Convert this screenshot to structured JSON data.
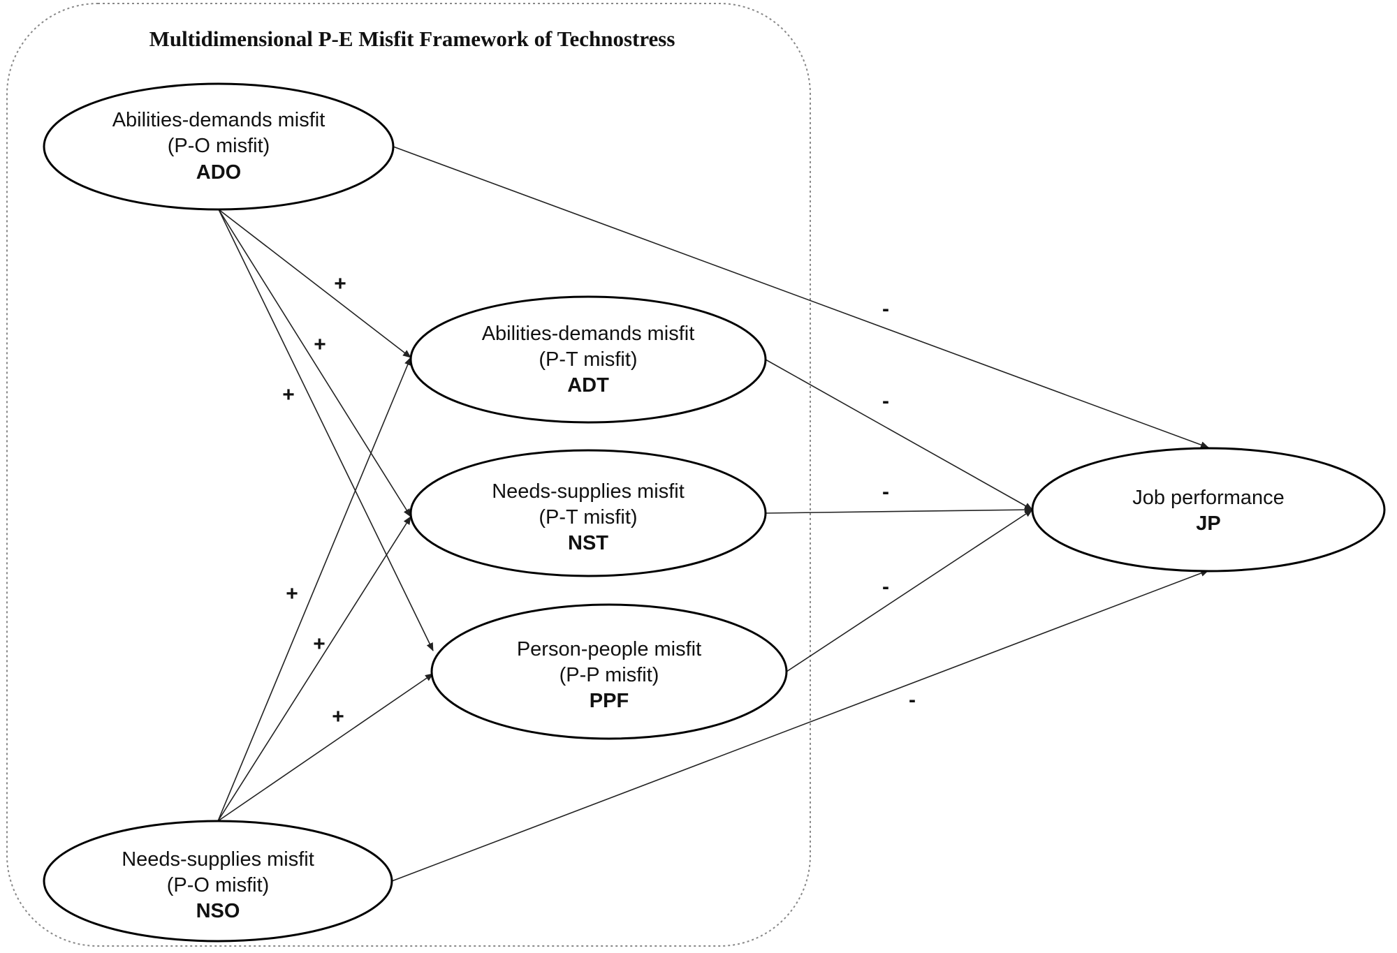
{
  "framework": {
    "title": "Multidimensional P-E Misfit Framework of Technostress"
  },
  "nodes": {
    "ado": {
      "name": "Abilities-demands misfit",
      "type": "(P-O misfit)",
      "code": "ADO"
    },
    "adt": {
      "name": "Abilities-demands misfit",
      "type": "(P-T misfit)",
      "code": "ADT"
    },
    "nst": {
      "name": "Needs-supplies misfit",
      "type": "(P-T misfit)",
      "code": "NST"
    },
    "ppf": {
      "name": "Person-people misfit",
      "type": "(P-P misfit)",
      "code": "PPF"
    },
    "nso": {
      "name": "Needs-supplies misfit",
      "type": "(P-O misfit)",
      "code": "NSO"
    },
    "jp": {
      "name": "Job performance",
      "code": "JP"
    }
  },
  "edges": [
    {
      "id": "ado-adt",
      "from": "ADO",
      "to": "ADT",
      "sign": "+"
    },
    {
      "id": "ado-nst",
      "from": "ADO",
      "to": "NST",
      "sign": "+"
    },
    {
      "id": "ado-ppf",
      "from": "ADO",
      "to": "PPF",
      "sign": "+"
    },
    {
      "id": "nso-adt",
      "from": "NSO",
      "to": "ADT",
      "sign": "+"
    },
    {
      "id": "nso-nst",
      "from": "NSO",
      "to": "NST",
      "sign": "+"
    },
    {
      "id": "nso-ppf",
      "from": "NSO",
      "to": "PPF",
      "sign": "+"
    },
    {
      "id": "ado-jp",
      "from": "ADO",
      "to": "JP",
      "sign": "-"
    },
    {
      "id": "adt-jp",
      "from": "ADT",
      "to": "JP",
      "sign": "-"
    },
    {
      "id": "nst-jp",
      "from": "NST",
      "to": "JP",
      "sign": "-"
    },
    {
      "id": "ppf-jp",
      "from": "PPF",
      "to": "JP",
      "sign": "-"
    },
    {
      "id": "nso-jp",
      "from": "NSO",
      "to": "JP",
      "sign": "-"
    }
  ]
}
